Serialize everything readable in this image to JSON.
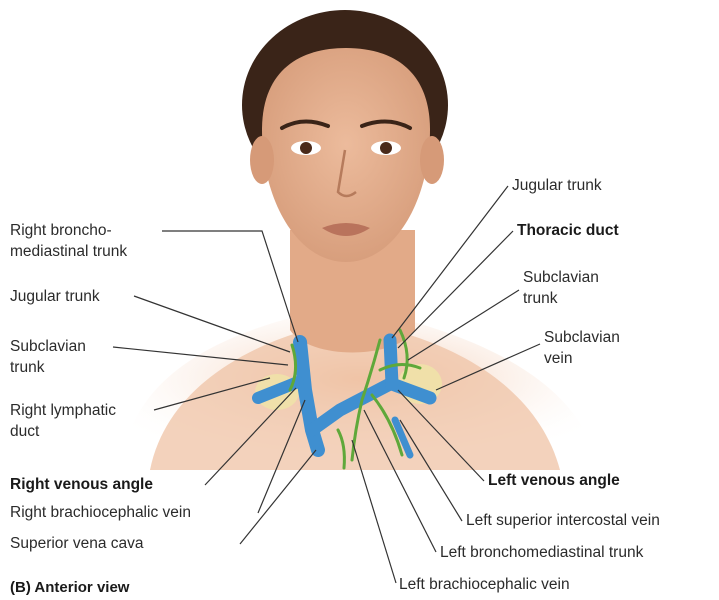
{
  "labels_left": {
    "right_bronchomediastinal_l1": "Right broncho-",
    "right_bronchomediastinal_l2": "mediastinal trunk",
    "jugular_trunk": "Jugular trunk",
    "subclavian_trunk_l1": "Subclavian",
    "subclavian_trunk_l2": "trunk",
    "right_lymphatic_l1": "Right lymphatic",
    "right_lymphatic_l2": "duct",
    "right_venous_angle": "Right venous angle",
    "right_brachiocephalic": "Right brachiocephalic vein",
    "superior_vena_cava": "Superior vena cava"
  },
  "labels_right": {
    "jugular_trunk": "Jugular trunk",
    "thoracic_duct": "Thoracic duct",
    "subclavian_trunk_l1": "Subclavian",
    "subclavian_trunk_l2": "trunk",
    "subclavian_vein_l1": "Subclavian",
    "subclavian_vein_l2": "vein",
    "left_venous_angle": "Left venous angle",
    "left_superior_intercostal": "Left superior intercostal vein",
    "left_bronchomediastinal": "Left bronchomediastinal trunk",
    "left_brachiocephalic": "Left brachiocephalic vein"
  },
  "caption": "(B) Anterior view",
  "colors": {
    "skin": "#e7b394",
    "skin_shadow": "#c98d6c",
    "hair": "#3a2418",
    "vein": "#3f8fd0",
    "lymph": "#5fa83a",
    "gland": "#efe2a8",
    "leader": "#333333"
  }
}
